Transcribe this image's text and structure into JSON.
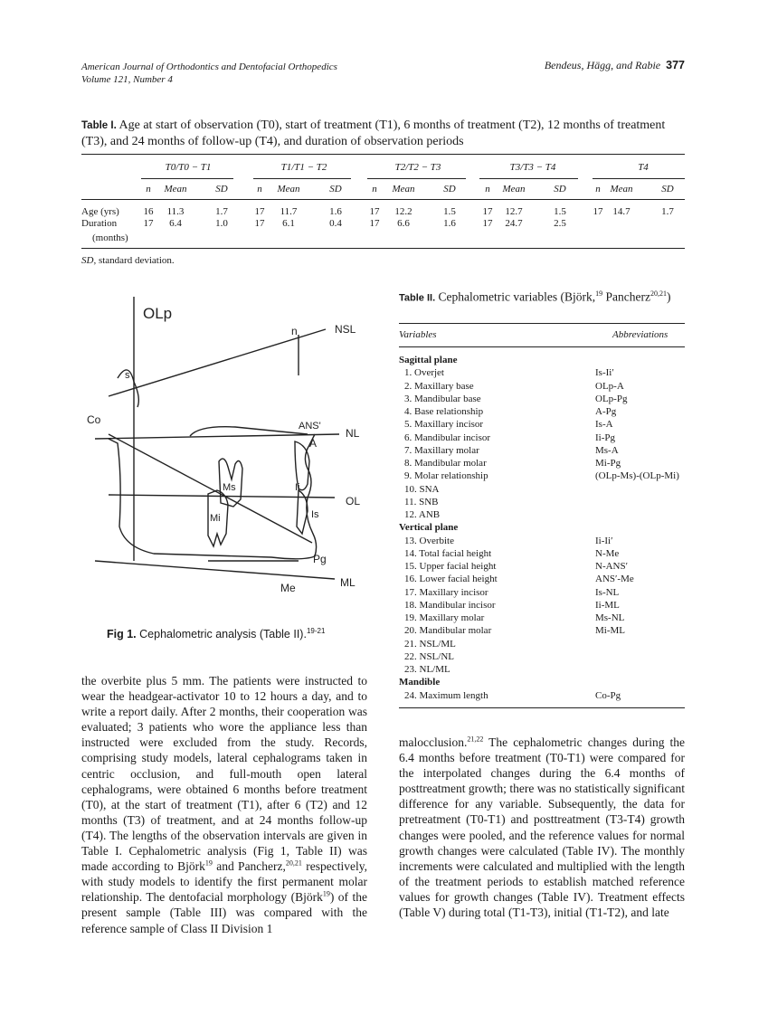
{
  "header": {
    "journal_line1": "American Journal of Orthodontics and Dentofacial Orthopedics",
    "journal_line2": "Volume 121, Number 4",
    "authors": "Bendeus, Hägg, and Rabie",
    "page": "377"
  },
  "table1": {
    "label": "Table I.",
    "caption": "Age at start of observation (T0), start of treatment (T1), 6 months of treatment (T2), 12 months of treatment (T3), and 24 months of follow-up (T4), and duration of observation periods",
    "groups": [
      "T0/T0 − T1",
      "T1/T1 − T2",
      "T2/T2 − T3",
      "T3/T3 − T4",
      "T4"
    ],
    "subheaders": [
      "n",
      "Mean",
      "SD",
      "n",
      "Mean",
      "SD",
      "n",
      "Mean",
      "SD",
      "n",
      "Mean",
      "SD",
      "n",
      "Mean",
      "SD"
    ],
    "rows": [
      {
        "label": "Age (yrs)",
        "values": [
          "16",
          "11.3",
          "1.7",
          "17",
          "11.7",
          "1.6",
          "17",
          "12.2",
          "1.5",
          "17",
          "12.7",
          "1.5",
          "17",
          "14.7",
          "1.7"
        ]
      },
      {
        "label": "Duration",
        "values": [
          "17",
          "6.4",
          "1.0",
          "17",
          "6.1",
          "0.4",
          "17",
          "6.6",
          "1.6",
          "17",
          "24.7",
          "2.5",
          "",
          "",
          ""
        ]
      },
      {
        "label": "(months)",
        "values": []
      }
    ],
    "footnote_abbr": "SD,",
    "footnote_text": "standard deviation."
  },
  "figure1": {
    "labels": {
      "olp": "OLp",
      "nsl": "NSL",
      "n": "n",
      "s": "s",
      "co": "Co",
      "ans": "ANS'",
      "a": "A",
      "nl": "NL",
      "ms": "Ms",
      "ii": "Ii",
      "is": "Is",
      "mi": "Mi",
      "ol": "OL",
      "pg": "Pg",
      "me": "Me",
      "ml": "ML"
    },
    "caption_label": "Fig 1.",
    "caption_text": "Cephalometric analysis (Table II).",
    "caption_refs": "19-21"
  },
  "table2": {
    "label": "Table II.",
    "caption_a": "Cephalometric variables (Björk,",
    "caption_ref1": "19",
    "caption_b": "Pancherz",
    "caption_ref2": "20,21",
    "caption_c": ")",
    "col_variables": "Variables",
    "col_abbreviations": "Abbreviations",
    "rows": [
      {
        "v": "Sagittal plane",
        "a": "",
        "section": true
      },
      {
        "v": "1. Overjet",
        "a": "Is-Ii′"
      },
      {
        "v": "2. Maxillary base",
        "a": "OLp-A"
      },
      {
        "v": "3. Mandibular base",
        "a": "OLp-Pg"
      },
      {
        "v": "4. Base relationship",
        "a": "A-Pg"
      },
      {
        "v": "5. Maxillary incisor",
        "a": "Is-A"
      },
      {
        "v": "6. Mandibular incisor",
        "a": "Ii-Pg"
      },
      {
        "v": "7. Maxillary molar",
        "a": "Ms-A"
      },
      {
        "v": "8. Mandibular molar",
        "a": "Mi-Pg"
      },
      {
        "v": "9. Molar relationship",
        "a": "(OLp-Ms)-(OLp-Mi)"
      },
      {
        "v": "10. SNA",
        "a": ""
      },
      {
        "v": "11. SNB",
        "a": ""
      },
      {
        "v": "12. ANB",
        "a": ""
      },
      {
        "v": "Vertical plane",
        "a": "",
        "section": true
      },
      {
        "v": "13. Overbite",
        "a": "Ii-Ii′"
      },
      {
        "v": "14. Total facial height",
        "a": "N-Me"
      },
      {
        "v": "15. Upper facial height",
        "a": "N-ANS′"
      },
      {
        "v": "16. Lower facial height",
        "a": "ANS′-Me"
      },
      {
        "v": "17. Maxillary incisor",
        "a": "Is-NL"
      },
      {
        "v": "18. Mandibular incisor",
        "a": "Ii-ML"
      },
      {
        "v": "19. Maxillary molar",
        "a": "Ms-NL"
      },
      {
        "v": "20. Mandibular molar",
        "a": "Mi-ML"
      },
      {
        "v": "21. NSL/ML",
        "a": ""
      },
      {
        "v": "22. NSL/NL",
        "a": ""
      },
      {
        "v": "23. NL/ML",
        "a": ""
      },
      {
        "v": "Mandible",
        "a": "",
        "section": true
      },
      {
        "v": "24. Maximum length",
        "a": "Co-Pg"
      }
    ]
  },
  "body": {
    "left_col": "the overbite plus 5 mm. The patients were instructed to wear the headgear-activator 10 to 12 hours a day, and to write a report daily. After 2 months, their cooperation was evaluated; 3 patients who wore the appliance less than instructed were excluded from the study. Records, comprising study models, lateral cephalograms taken in centric occlusion, and full-mouth open lateral cephalograms, were obtained 6 months before treatment (T0), at the start of treatment (T1), after 6 (T2) and 12 months (T3) of treatment, and at 24 months follow-up (T4). The lengths of the observation intervals are given in Table I. Cephalometric analysis (Fig 1, Table II) was made according to Björk",
    "left_ref1": "19",
    "left_mid1": " and Pancherz,",
    "left_ref2": "20,21",
    "left_mid2": " respectively, with study models to identify the first permanent molar relationship. The dentofacial morphology (Björk",
    "left_ref3": "19",
    "left_end": ") of the present sample (Table III) was compared with the reference sample of Class II Division 1",
    "right_start": "malocclusion.",
    "right_ref": "21,22",
    "right_col": " The cephalometric changes during the 6.4 months before treatment (T0-T1) were compared for the interpolated changes during the 6.4 months of posttreatment growth; there was no statistically significant difference for any variable. Subsequently, the data for pretreatment (T0-T1) and posttreatment (T3-T4) growth changes were pooled, and the reference values for normal growth changes were calculated (Table IV). The monthly increments were calculated and multiplied with the length of the treatment periods to establish matched reference values for growth changes (Table IV). Treatment effects (Table V) during total (T1-T3), initial (T1-T2), and late"
  }
}
